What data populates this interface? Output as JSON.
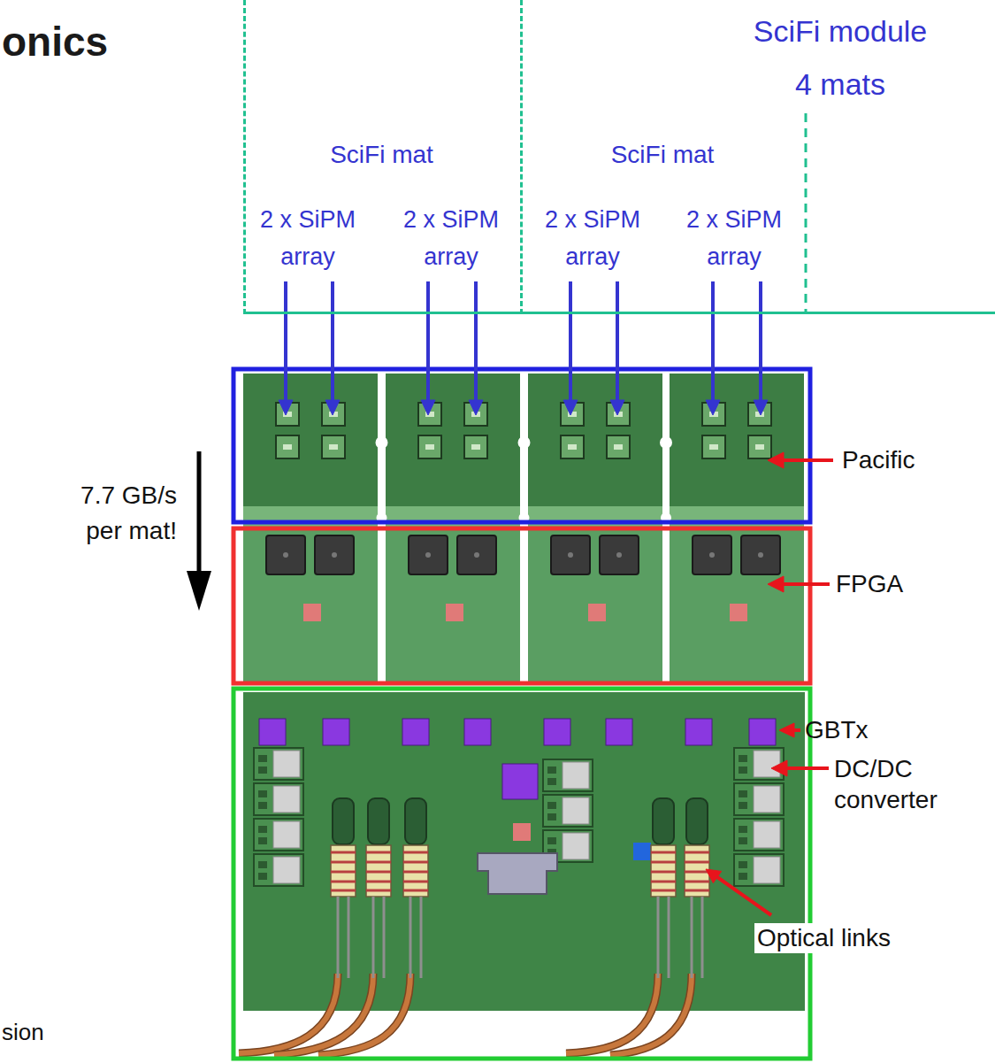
{
  "diagram": {
    "title": "onics",
    "nodes": [
      {
        "text": [
          "SciFi mat",
          "2 x SiPM array",
          "2 x SiPM array"
        ]
      },
      {
        "text": [
          "SciFi mat",
          "2 x SiPM array",
          "2 x SiPM array"
        ]
      }
    ],
    "labels": [
      "SciFi module 4 mats",
      "7.7 GB/s per mat!",
      "Pacific",
      "FPGA",
      "GBTx",
      "DC/DC converter",
      "Optical links",
      "sion"
    ]
  }
}
